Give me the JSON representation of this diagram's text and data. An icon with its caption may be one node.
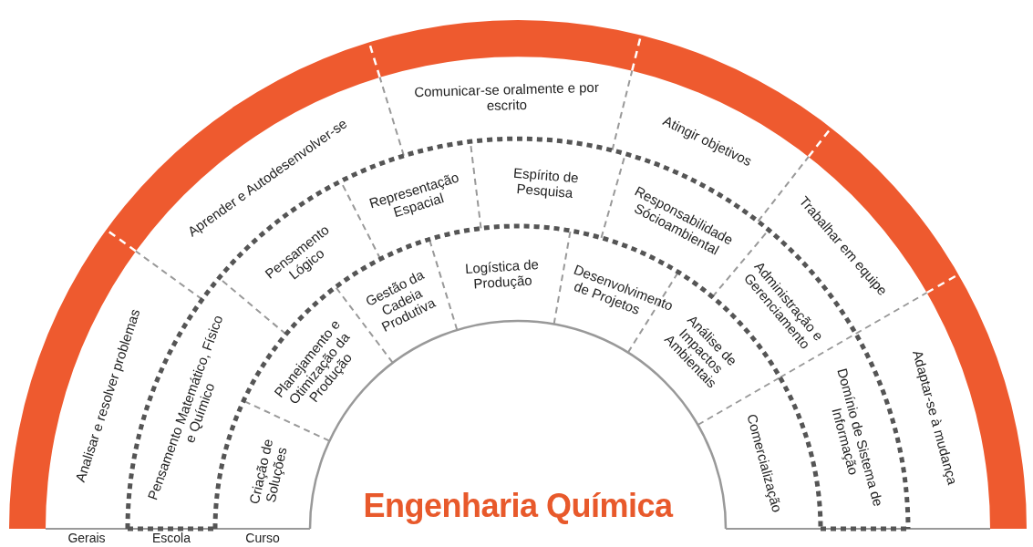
{
  "diagram": {
    "title": "Engenharia Química",
    "nodes": [
      {
        "text": [
          "Analisar e resolver problemas"
        ]
      },
      {
        "text": [
          "Aprender e Autodesenvolver-se"
        ]
      },
      {
        "text": [
          "Comunicar-se oralmente e por escrito"
        ]
      },
      {
        "text": [
          "Atingir objetivos"
        ]
      },
      {
        "text": [
          "Trabalhar em equipe"
        ]
      },
      {
        "text": [
          "Adaptar-se à mudança"
        ]
      },
      {
        "text": [
          "Pensamento Matemático, Físico e Químico"
        ]
      },
      {
        "text": [
          "Pensamento Lógico"
        ]
      },
      {
        "text": [
          "Representação Espacial"
        ]
      },
      {
        "text": [
          "Espírito de Pesquisa"
        ]
      },
      {
        "text": [
          "Responsabilidade Sócioambiental"
        ]
      },
      {
        "text": [
          "Administração e Gerenciamento"
        ]
      },
      {
        "text": [
          "Domínio de Sistema de Informação"
        ]
      },
      {
        "text": [
          "Criação de Soluções"
        ]
      },
      {
        "text": [
          "Planejamento e Otimização da Produção"
        ]
      },
      {
        "text": [
          "Gestão da Cadeia Produtiva"
        ]
      },
      {
        "text": [
          "Logística de Produção"
        ]
      },
      {
        "text": [
          "Desenvolvimento de Projetos"
        ]
      },
      {
        "text": [
          "Análise de Impactos Ambientais"
        ]
      },
      {
        "text": [
          "Comercialização"
        ]
      }
    ],
    "labels": [
      "Gerais",
      "Escola",
      "Curso"
    ]
  }
}
